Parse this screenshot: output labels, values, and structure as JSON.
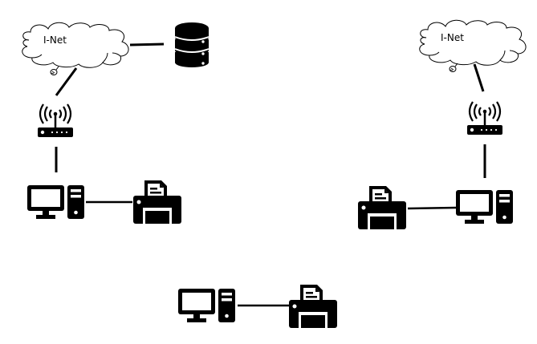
{
  "diagram": {
    "title": "",
    "colors": {
      "stroke": "#000000",
      "fill": "#000000",
      "background": "#ffffff",
      "cloud_fill": "#ffffff"
    },
    "groups": [
      {
        "id": "network-a",
        "nodes": [
          {
            "id": "cloud-a",
            "type": "cloud",
            "label": "I-Net",
            "icon": "cloud-icon"
          },
          {
            "id": "db-a",
            "type": "database",
            "label": "",
            "icon": "database-icon"
          },
          {
            "id": "router-a",
            "type": "wireless-router",
            "label": "",
            "icon": "wifi-router-icon"
          },
          {
            "id": "pc-a",
            "type": "desktop-computer",
            "label": "",
            "icon": "desktop-computer-icon"
          },
          {
            "id": "printer-a",
            "type": "printer",
            "label": "",
            "icon": "printer-icon"
          }
        ],
        "edges": [
          {
            "from": "cloud-a",
            "to": "db-a"
          },
          {
            "from": "cloud-a",
            "to": "router-a"
          },
          {
            "from": "router-a",
            "to": "pc-a"
          },
          {
            "from": "pc-a",
            "to": "printer-a"
          }
        ]
      },
      {
        "id": "network-b",
        "nodes": [
          {
            "id": "cloud-b",
            "type": "cloud",
            "label": "I-Net",
            "icon": "cloud-icon"
          },
          {
            "id": "router-b",
            "type": "wireless-router",
            "label": "",
            "icon": "wifi-router-icon"
          },
          {
            "id": "pc-b",
            "type": "desktop-computer",
            "label": "",
            "icon": "desktop-computer-icon"
          },
          {
            "id": "printer-b",
            "type": "printer",
            "label": "",
            "icon": "printer-icon"
          }
        ],
        "edges": [
          {
            "from": "cloud-b",
            "to": "router-b"
          },
          {
            "from": "router-b",
            "to": "pc-b"
          },
          {
            "from": "printer-b",
            "to": "pc-b"
          }
        ]
      },
      {
        "id": "network-c",
        "nodes": [
          {
            "id": "pc-c",
            "type": "desktop-computer",
            "label": "",
            "icon": "desktop-computer-icon"
          },
          {
            "id": "printer-c",
            "type": "printer",
            "label": "",
            "icon": "printer-icon"
          }
        ],
        "edges": [
          {
            "from": "pc-c",
            "to": "printer-c"
          }
        ]
      }
    ]
  }
}
